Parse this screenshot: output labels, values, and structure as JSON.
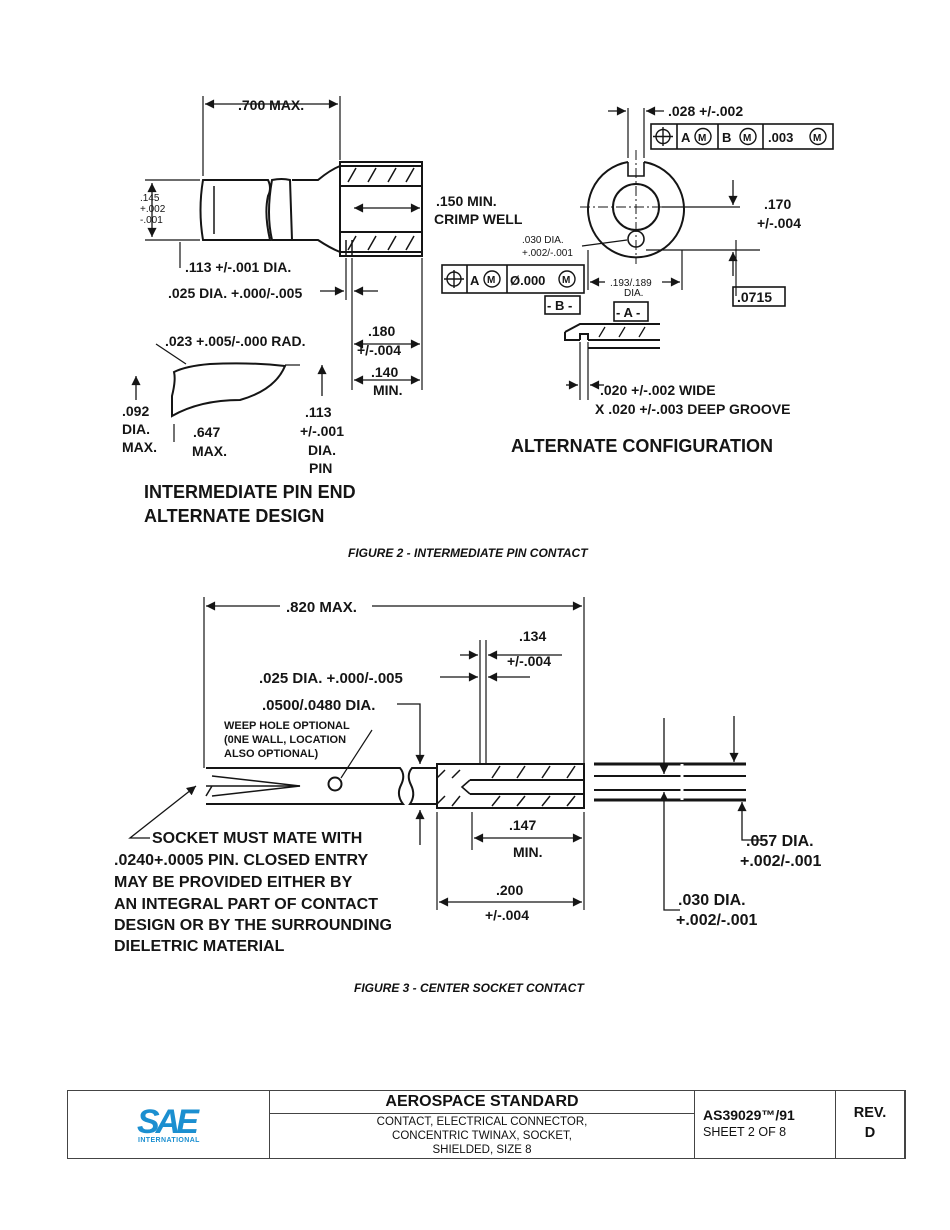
{
  "figure2": {
    "caption": "FIGURE 2 - INTERMEDIATE PIN CONTACT",
    "left": {
      "len_max": ".700 MAX.",
      "dia_145": [
        ".145",
        "+.002",
        "-.001"
      ],
      "crimp_min": ".150 MIN.",
      "crimp_well": "CRIMP WELL",
      "dia_113": ".113 +/-.001 DIA.",
      "dia_025": ".025 DIA. +.000/-.005",
      "d180": [
        ".180",
        "+/-.004"
      ],
      "d140": [
        ".140",
        "MIN."
      ],
      "rad": ".023 +.005/-.000 RAD.",
      "dia_092": [
        ".092",
        "DIA.",
        "MAX."
      ],
      "len_647": [
        ".647",
        "MAX."
      ],
      "pin_113": [
        ".113",
        "+/-.001",
        "DIA.",
        "PIN"
      ],
      "title": [
        "INTERMEDIATE PIN END",
        "ALTERNATE DESIGN"
      ]
    },
    "right": {
      "d028": ".028 +/-.002",
      "fcf_top": [
        "⊕",
        "A",
        "M",
        "B",
        "M",
        ".003",
        "M"
      ],
      "d170": [
        ".170",
        "+/-.004"
      ],
      "d030": [
        ".030 DIA.",
        "+.002/-.001"
      ],
      "fcf_mid": [
        "⊕",
        "A",
        "M",
        "Ø.000",
        "M"
      ],
      "d193": [
        ".193/.189",
        "DIA."
      ],
      "d0715": ".0715",
      "datum_b": "- B -",
      "datum_a": "- A -",
      "groove": [
        ".020 +/-.002 WIDE",
        "X .020 +/-.003 DEEP GROOVE"
      ],
      "title": "ALTERNATE CONFIGURATION"
    }
  },
  "figure3": {
    "caption": "FIGURE 3 - CENTER SOCKET CONTACT",
    "len_max": ".820 MAX.",
    "d134": [
      ".134",
      "+/-.004"
    ],
    "dia_025": ".025 DIA. +.000/-.005",
    "dia_0500": ".0500/.0480 DIA.",
    "weep": [
      "WEEP HOLE OPTIONAL",
      "(0NE WALL, LOCATION",
      "ALSO OPTIONAL)"
    ],
    "note": [
      "SOCKET MUST MATE WITH",
      ".0240+.0005 PIN. CLOSED ENTRY",
      "MAY BE PROVIDED EITHER BY",
      "AN INTEGRAL PART OF CONTACT",
      "DESIGN OR BY THE SURROUNDING",
      "DIELETRIC MATERIAL"
    ],
    "d147": [
      ".147",
      "MIN."
    ],
    "d200": [
      ".200",
      "+/-.004"
    ],
    "d057": [
      ".057 DIA.",
      "+.002/-.001"
    ],
    "d030": [
      ".030 DIA.",
      "+.002/-.001"
    ]
  },
  "title_block": {
    "logo": "SAE",
    "logo_sub": "INTERNATIONAL",
    "heading": "AEROSPACE STANDARD",
    "desc": [
      "CONTACT, ELECTRICAL CONNECTOR,",
      "CONCENTRIC TWINAX, SOCKET,",
      "SHIELDED, SIZE 8"
    ],
    "doc_number": "AS39029™/91",
    "sheet": "SHEET 2 OF 8",
    "rev_label": "REV.",
    "rev": "D"
  }
}
